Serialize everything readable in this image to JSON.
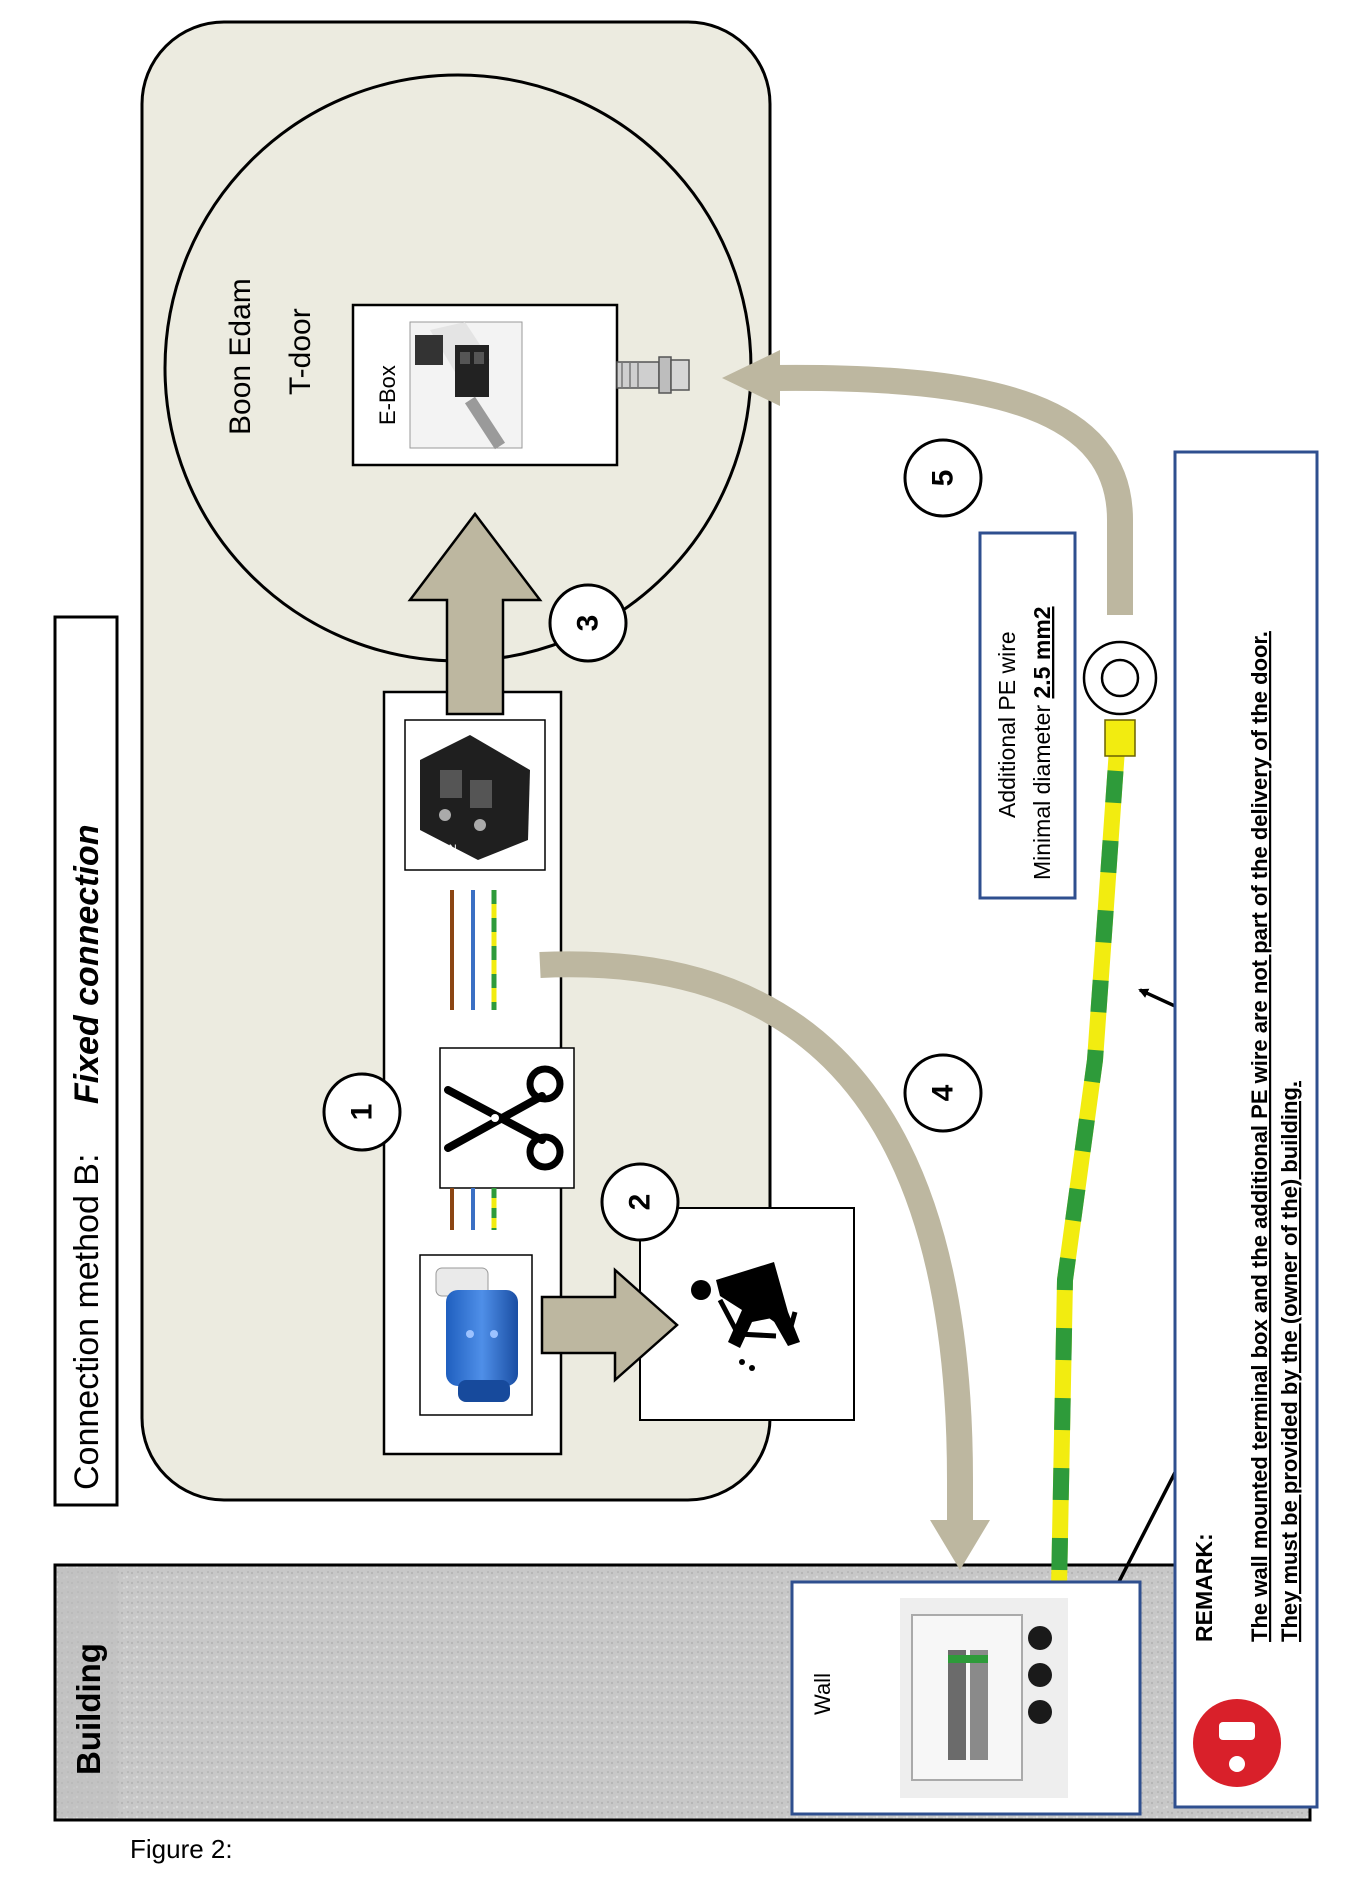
{
  "figure_caption": "Figure 2:",
  "title": {
    "prefix": "Connection method B:",
    "emphasis": "Fixed connection"
  },
  "building": {
    "label": "Building"
  },
  "door": {
    "brand": "Boon Edam",
    "model": "T-door",
    "ebox_label": "E-Box"
  },
  "wall": {
    "label": "Wall"
  },
  "steps": [
    "1",
    "2",
    "3",
    "4",
    "5"
  ],
  "pe_wire": {
    "line1": "Additional PE wire",
    "line2_prefix": "Minimal diameter ",
    "line2_value": "2.5 mm2"
  },
  "remark": {
    "heading": "REMARK:",
    "line1": "The wall mounted terminal box and the additional PE wire are not part of the delivery of the door.",
    "line2": "They must be provided by the (owner of the) building."
  },
  "colors": {
    "door_fill": "#ecebe0",
    "arrow": "#bdb7a0",
    "building_fill": "#c9c9c9",
    "wire_green": "#2e9b3a",
    "wire_yellow": "#f2ec10",
    "wire_brown": "#8b4513",
    "wire_blue": "#3a6fc4",
    "frame_blue": "#2f4f8f",
    "warning_red": "#d9202a"
  },
  "icons": [
    "scissors-icon",
    "disposal-icon",
    "cee-plug-icon",
    "terminal-block-icon",
    "ring-terminal-icon",
    "warning-icon",
    "wall-terminal-box-image",
    "ebox-connector-image"
  ]
}
